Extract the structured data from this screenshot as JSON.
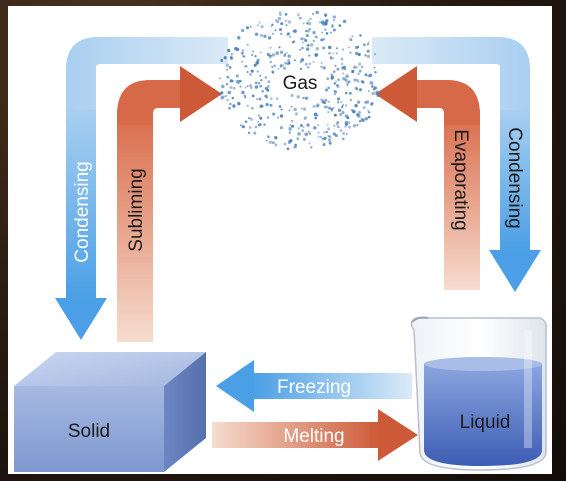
{
  "states": {
    "gas": "Gas",
    "solid": "Solid",
    "liquid": "Liquid"
  },
  "transitions": {
    "condensing_left": "Condensing",
    "subliming": "Subliming",
    "evaporating": "Evaporating",
    "condensing_right": "Condensing",
    "freezing": "Freezing",
    "melting": "Melting"
  },
  "colors": {
    "cooling_arrow": "#5aa8e8",
    "heating_arrow": "#d9785a",
    "gas_dots": "#4a7fb8",
    "solid_cube": "#8aa4d6",
    "liquid": "#4a6fc0"
  }
}
